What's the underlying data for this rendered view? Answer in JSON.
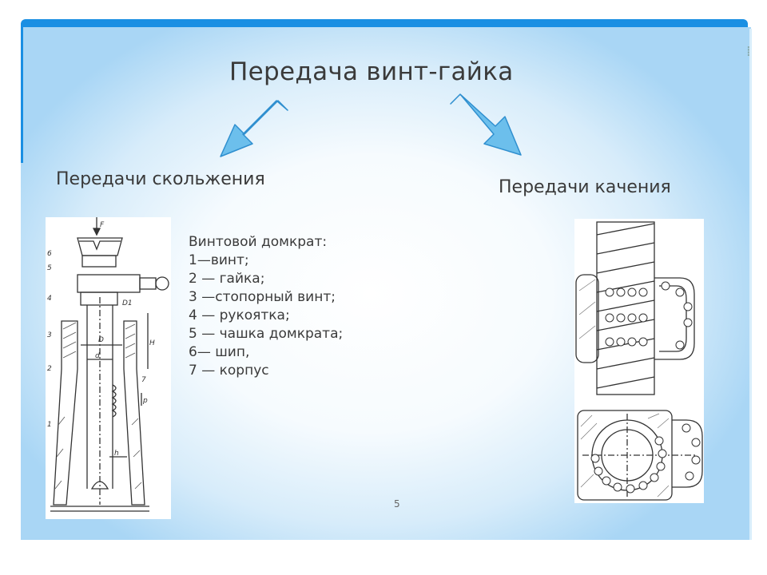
{
  "title": "Передача винт-гайка",
  "left_heading": "Передачи скольжения",
  "right_heading": "Передачи качения",
  "caption": {
    "heading": "Винтовой домкрат:",
    "items": [
      "1—винт;",
      "2 — гайка;",
      "3 —стопорный винт;",
      "4 — рукоятка;",
      "5 — чашка домкрата;",
      "6— шип,",
      "7 — корпус"
    ]
  },
  "page_number": "5",
  "jack_drawing": {
    "force_label": "F",
    "part_labels": [
      "6",
      "5",
      "4",
      "3",
      "2",
      "1",
      "7"
    ],
    "dimension_labels": [
      "D",
      "d",
      "D1",
      "H",
      "p",
      "h"
    ]
  },
  "colors": {
    "accent": "#1a8fe3",
    "arrow": "#4fb0e6",
    "text": "#3a3a3a"
  },
  "icons": {
    "left_arrow": "arrow-down-left-icon",
    "right_arrow": "arrow-down-right-icon"
  }
}
